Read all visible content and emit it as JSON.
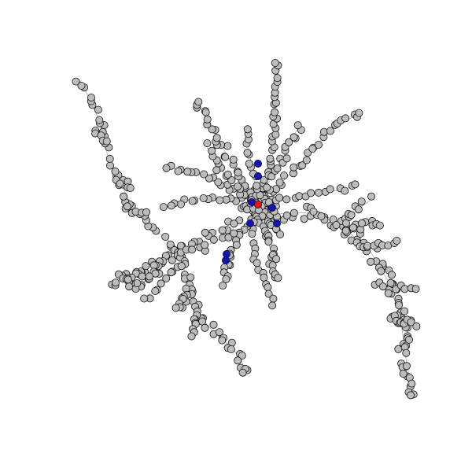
{
  "graph": {
    "colors": {
      "background": "#ffffff",
      "edge": "#b4b4b4",
      "node_fill": "#bdbdbd",
      "node_stroke": "#111111",
      "root_fill": "#e01a1a",
      "highlight_fill": "#1414b4"
    },
    "node_groups": [
      {
        "name": "root",
        "count": 1
      },
      {
        "name": "highlighted",
        "count": 8
      },
      {
        "name": "regular",
        "count": 640
      }
    ]
  }
}
